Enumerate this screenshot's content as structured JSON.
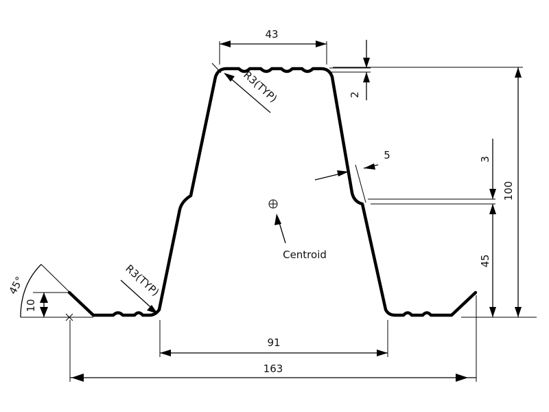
{
  "dimensions": {
    "top_width": "43",
    "lip_depth": "2",
    "upper_step": "3",
    "web_offset": "5",
    "total_height": "100",
    "lower_height": "45",
    "bottom_span": "91",
    "total_width": "163",
    "edge_height": "10",
    "edge_angle": "45°"
  },
  "annotations": {
    "top_radius": "R3(TYP)",
    "bottom_radius": "R3(TYP)",
    "centroid": "Centroid"
  },
  "symbols": {
    "centroid_marker": "centroid-symbol-icon",
    "edge_point": "cross-mark-icon"
  }
}
